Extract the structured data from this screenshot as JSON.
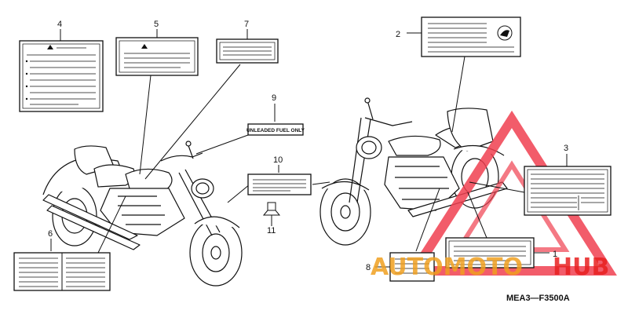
{
  "diagram": {
    "code": "MEA3—F3500A",
    "fuel_label_text": "UNLEADED FUEL ONLY",
    "callouts": [
      "1",
      "2",
      "3",
      "4",
      "5",
      "6",
      "7",
      "8",
      "9",
      "10",
      "11"
    ]
  },
  "watermark": {
    "part1": "AUTOMOTO",
    "part2": "HUB",
    "color_orange": "#f0a020",
    "color_red": "#e82020",
    "color_triangle": "#f04050"
  }
}
